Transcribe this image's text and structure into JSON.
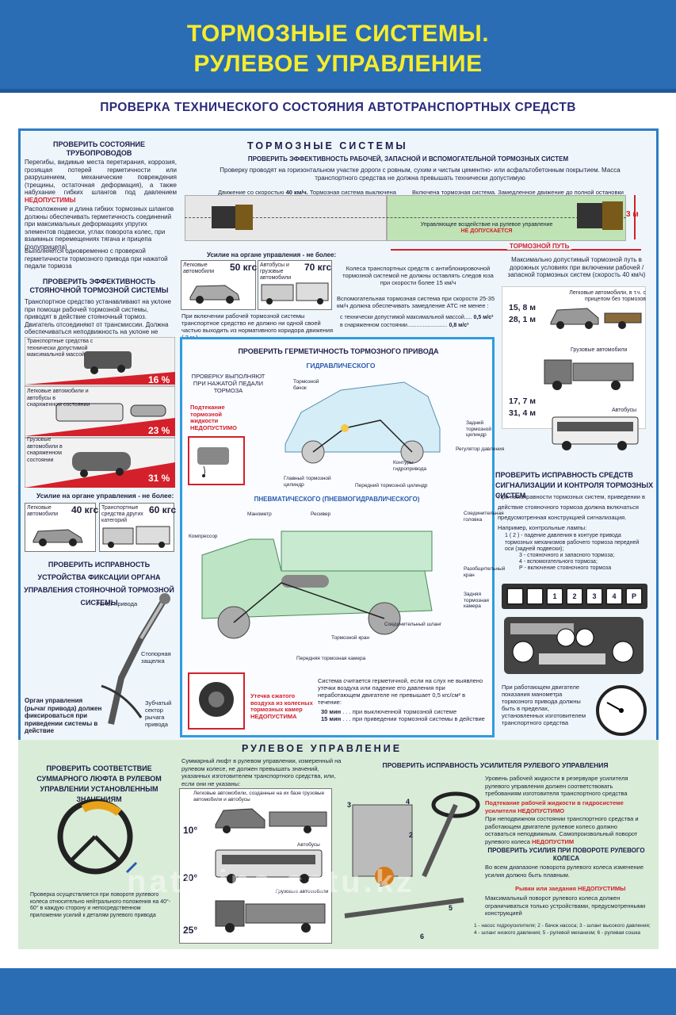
{
  "header": {
    "title_line1": "ТОРМОЗНЫЕ СИСТЕМЫ.",
    "title_line2": "РУЛЕВОЕ УПРАВЛЕНИЕ",
    "subtitle": "ПРОВЕРКА ТЕХНИЧЕСКОГО СОСТОЯНИЯ АВТОТРАНСПОРТНЫХ СРЕДСТВ"
  },
  "brakes": {
    "section_title": "ТОРМОЗНЫЕ СИСТЕМЫ",
    "section_sub": "ПРОВЕРИТЬ ЭФФЕКТИВНОСТЬ РАБОЧЕЙ, ЗАПАСНОЙ И ВСПОМОГАТЕЛЬНОЙ ТОРМОЗНЫХ СИСТЕМ",
    "intro": "Проверку проводят на горизонтальном участке дороги с ровным, сухим и чистым цементно- или асфальтобетонным покрытием. Масса транспортного средства не должна превышать технически допустимую",
    "speed_label": "Движение со скоростью",
    "speed_value": "40 км/ч.",
    "brake_off": "Тормозная система выключена",
    "brake_on": "Включена тормозная система. Замедленное движение до полной остановки",
    "no_steer": "Управляющее воздействие на рулевое управление",
    "not_allowed": "НЕ ДОПУСКАЕТСЯ",
    "brake_path": "ТОРМОЗНОЙ ПУТЬ",
    "width": "3 м",
    "effort_title": "Усилие на органе управления - не более:",
    "cars": "Легковые автомобили",
    "cars_kgs": "50 кгс",
    "buses_trucks": "Автобусы и грузовые автомобили",
    "bt_kgs": "70 кгс",
    "corridor": "При включении рабочей тормозной системы транспортное средство не должно ни одной своей частью выходить из нормативного коридора движения ( 3 м )",
    "abs": "Колеса транспортных средств с антиблокировочной тормозной системой не должны оставлять следов юза при скорости более 15 км/ч",
    "aux": "Вспомогательная тормозная система при скорости 25-35 км/ч должна обеспечивать замедление АТС не менее :",
    "aux1": "с технически допустимой максимальной массой.....",
    "aux1v": "0,5 м/с²",
    "aux2": "в снаряженном состоянии..........................",
    "aux2v": "0,8 м/с²",
    "max_path": "Максимально допустимый тормозной путь в дорожных условиях при включении рабочей / запасной тормозных систем (скорость 40 км/ч)",
    "cars_note": "Легковые автомобили, в т.ч. с прицепом без тормозов",
    "trucks_note": "Грузовые автомобили",
    "buses_note": "Автобусы",
    "m1": "15, 8 м",
    "m2": "28, 1 м",
    "m3": "17, 7 м",
    "m4": "31, 4 м"
  },
  "left": {
    "pipes_title": "ПРОВЕРИТЬ СОСТОЯНИЕ ТРУБОПРОВОДОВ",
    "pipes_text": "Перегибы, видимые места перетирания, коррозия, грозящая потерей герметичности или разрушением, механические повреждения (трещины, остаточная деформация), а также набухание гибких шлангов под давлением",
    "not_allowed": "НЕДОПУСТИМЫ",
    "pipes_text2": "Расположение и длина гибких тормозных шлангов должны обеспечивать герметичность соединений при максимальных деформациях упругих элементов подвески, углах поворота колес, при взаимных перемещениях тягача и прицепа (полуприцепа)",
    "pipes_text3": "Выполняется одновременно с проверкой герметичности тормозного привода при нажатой педали тормоза",
    "park_title": "ПРОВЕРИТЬ ЭФФЕКТИВНОСТЬ СТОЯНОЧНОЙ ТОРМОЗНОЙ СИСТЕМЫ",
    "park_text": "Транспортное средство устанавливают на уклоне при помощи рабочей тормозной системы, приводят в действие стояночный тормоз. Двигатель отсоединяют от трансмиссии. Должна обеспечиваться неподвижность на уклоне не менее:",
    "r1": "Транспортные средства с технически допустимой максимальной массой",
    "p1": "16 %",
    "r2": "Легковые автомобили и автобусы в снаряженном состоянии",
    "p2": "23 %",
    "r3": "Грузовые автомобили в снаряженном состоянии",
    "p3": "31 %",
    "effort": "Усилие на органе управления - не более:",
    "c1": "Легковые автомобили",
    "c1v": "40 кгс",
    "c2": "Транспортные средства других категорий",
    "c2v": "60 кгс",
    "fix_title": "ПРОВЕРИТЬ ИСПРАВНОСТЬ УСТРОЙСТВА ФИКСАЦИИ ОРГАНА УПРАВЛЕНИЯ СТОЯНОЧНОЙ ТОРМОЗНОЙ СИСТЕМЫ",
    "lever": "Рычаг привода",
    "stop": "Стопорная защелка",
    "sector": "Зубчатый сектор рычага привода",
    "fix_text": "Орган управления (рычаг привода) должен фиксироваться при приведении системы в действие"
  },
  "center": {
    "title": "ПРОВЕРИТЬ ГЕРМЕТИЧНОСТЬ ТОРМОЗНОГО ПРИВОДА",
    "hyd": "ГИДРАВЛИЧЕСКОГО",
    "check": "ПРОВЕРКУ ВЫПОЛНЯЮТ ПРИ НАЖАТОЙ ПЕДАЛИ ТОРМОЗА",
    "leak": "Подтекание тормозной жидкости НЕДОПУСТИМО",
    "lbl1": "Тормозной бачок",
    "lbl2": "Задний тормозной цилиндр",
    "lbl3": "Регулятор давления",
    "lbl4": "Контуры гидропривода",
    "lbl5": "Главный тормозной цилиндр",
    "lbl6": "Передний тормозной цилиндр",
    "pneu": "ПНЕВМАТИЧЕСКОГО (ПНЕВМОГИДРАВЛИЧЕСКОГО)",
    "p1": "Манометр",
    "p2": "Ресивер",
    "p3": "Компрессор",
    "p4": "Соединительная головка",
    "p5": "Разобщительный кран",
    "p6": "Задняя тормозная камера",
    "p7": "Соединительный шланг",
    "p8": "Тормозной кран",
    "p9": "Передняя тормозная камера",
    "air": "Утечка сжатого воздуха из колесных тормозных камер НЕДОПУСТИМА",
    "sealed": "Система считается герметичной, если на слух не выявлено утечки воздуха или падение его давления при неработающем двигателе не превышает 0,5 кгс/см² в течение:",
    "t1": "30 мин",
    "t1t": ". . . при выключенной тормозной системе",
    "t2": "15 мин",
    "t2t": ". . . при приведении тормозной системы в действие"
  },
  "right": {
    "sig_title": "ПРОВЕРИТЬ ИСПРАВНОСТЬ СРЕДСТВ СИГНАЛИЗАЦИИ И КОНТРОЛЯ ТОРМОЗНЫХ СИСТЕМ",
    "sig_text": "При неисправности тормозных систем, приведении в действие стояночного тормоза должна включаться предусмотренная конструкцией сигнализация. Например, контрольные лампы:",
    "l1": "1 ( 2 ) - падение давления в контуре привода тормозных механизмов рабочего тормоза передней оси (задней подвески);",
    "l2": "3 - стояночного и запасного тормоза;",
    "l3": "4 - вспомогательного тормоза;",
    "l4": "P - включение стояночного тормоза",
    "lamps": [
      "",
      "",
      "1",
      "2",
      "3",
      "4",
      "P"
    ],
    "gauge_text": "При работающем двигателе показания манометра тормозного привода должны быть в пределах, установленных изготовителем транспортного средства"
  },
  "steering": {
    "title": "РУЛЕВОЕ УПРАВЛЕНИЕ",
    "play_title": "ПРОВЕРИТЬ СООТВЕТСТВИЕ СУММАРНОГО ЛЮФТА В РУЛЕВОМ УПРАВЛЕНИИ УСТАНОВЛЕННЫМ ЗНАЧЕНИЯМ",
    "play_text": "Суммарный люфт в рулевом управлении, измеренный на рулевом колесе, не должен превышать значений, указанных изготовителем транспортного средства, или, если они не указаны:",
    "a1": "Легковые автомобили, созданные на их базе грузовые автомобили и автобусы",
    "a1v": "10°",
    "a2": "Автобусы",
    "a2v": "20°",
    "a3": "Грузовые автомобили",
    "a3v": "25°",
    "check_text": "Проверка осуществляется при повороте рулевого колеса относительно нейтрального положения на 40°- 60° в каждую сторону и непосредственном приложении усилий к деталям рулевого привода",
    "amp_title": "ПРОВЕРИТЬ ИСПРАВНОСТЬ УСИЛИТЕЛЯ РУЛЕВОГО УПРАВЛЕНИЯ",
    "amp_text": "Уровень рабочей жидкости в резервуаре усилителя рулевого управления должен соответствовать требованиям изготовителя транспортного средства",
    "amp_red": "Подтекание рабочей жидкости в гидросистеме усилителя НЕДОПУСТИМО",
    "amp_text2": "При неподвижном состоянии транспортного средства и работающем двигателе рулевое колесо должно оставаться неподвижным. Самопроизвольный поворот рулевого колеса",
    "amp_na": "НЕДОПУСТИМ",
    "effort_title": "ПРОВЕРИТЬ УСИЛИЯ ПРИ ПОВОРОТЕ РУЛЕВОГО КОЛЕСА",
    "effort_text": "Во всем диапазоне поворота рулевого колеса изменение усилия должно быть плавным.",
    "jerks": "Рывки или заедания НЕДОПУСТИМЫ",
    "max_turn": "Максимальный поворот рулевого колеса должен ограничиваться только устройствами, предусмотренными конструкцией",
    "legend1": "1 - насос гидроусилителя; 2 - бачок насоса; 3 - шланг высокого давления;",
    "legend2": "4 - шланг низкого давления; 5 - рулевой механизм; 6 - рулевая сошка",
    "nums": [
      "1",
      "2",
      "3",
      "4",
      "5",
      "6"
    ]
  },
  "watermark": "natulina.satu.kz",
  "colors": {
    "blue": "#2a6db5",
    "yellow": "#f7ec2a",
    "red": "#d4202a",
    "panel": "#eef6fb",
    "green": "#d9ecd8"
  }
}
